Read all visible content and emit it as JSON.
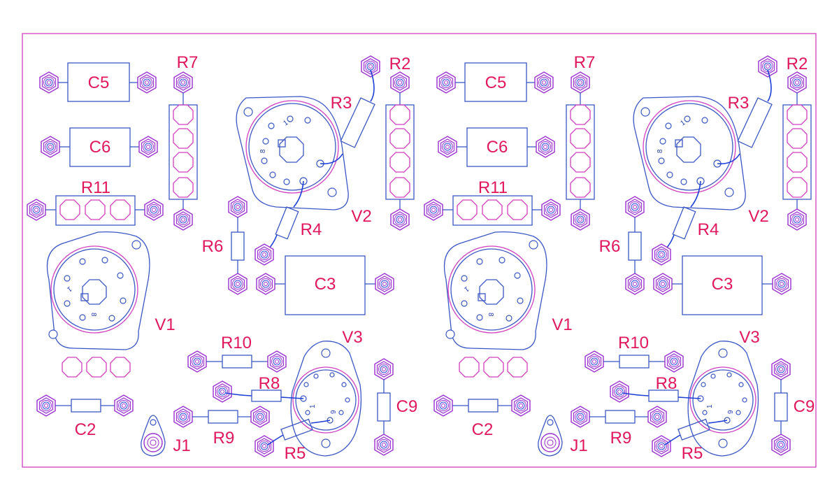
{
  "board": {
    "title": "",
    "colors": {
      "outline": "#3b57c4",
      "pad": "#9b2fd1",
      "silk": "#d13fbf",
      "label": "#e0185a",
      "trace": "#1d3fd6"
    },
    "copies": [
      {
        "id": "left",
        "labels": {
          "c5": "C5",
          "c6": "C6",
          "r7": "R7",
          "r2": "R2",
          "r3": "R3",
          "r11": "R11",
          "r6": "R6",
          "r4": "R4",
          "v2": "V2",
          "c3": "C3",
          "v1": "V1",
          "r10": "R10",
          "v3": "V3",
          "r8": "R8",
          "c9": "C9",
          "c2": "C2",
          "r9": "R9",
          "j1": "J1",
          "r5": "R5"
        },
        "pin_marks": {
          "one": "1",
          "eight": "8",
          "nine": "9"
        }
      },
      {
        "id": "right",
        "labels": {
          "c5": "C5",
          "c6": "C6",
          "r7": "R7",
          "r2": "R2",
          "r3": "R3",
          "r11": "R11",
          "r6": "R6",
          "r4": "R4",
          "v2": "V2",
          "c3": "C3",
          "v1": "V1",
          "r10": "R10",
          "v3": "V3",
          "r8": "R8",
          "c9": "C9",
          "c2": "C2",
          "r9": "R9",
          "j1": "J1",
          "r5": "R5"
        },
        "pin_marks": {
          "one": "1",
          "eight": "8",
          "nine": "9"
        }
      }
    ]
  }
}
